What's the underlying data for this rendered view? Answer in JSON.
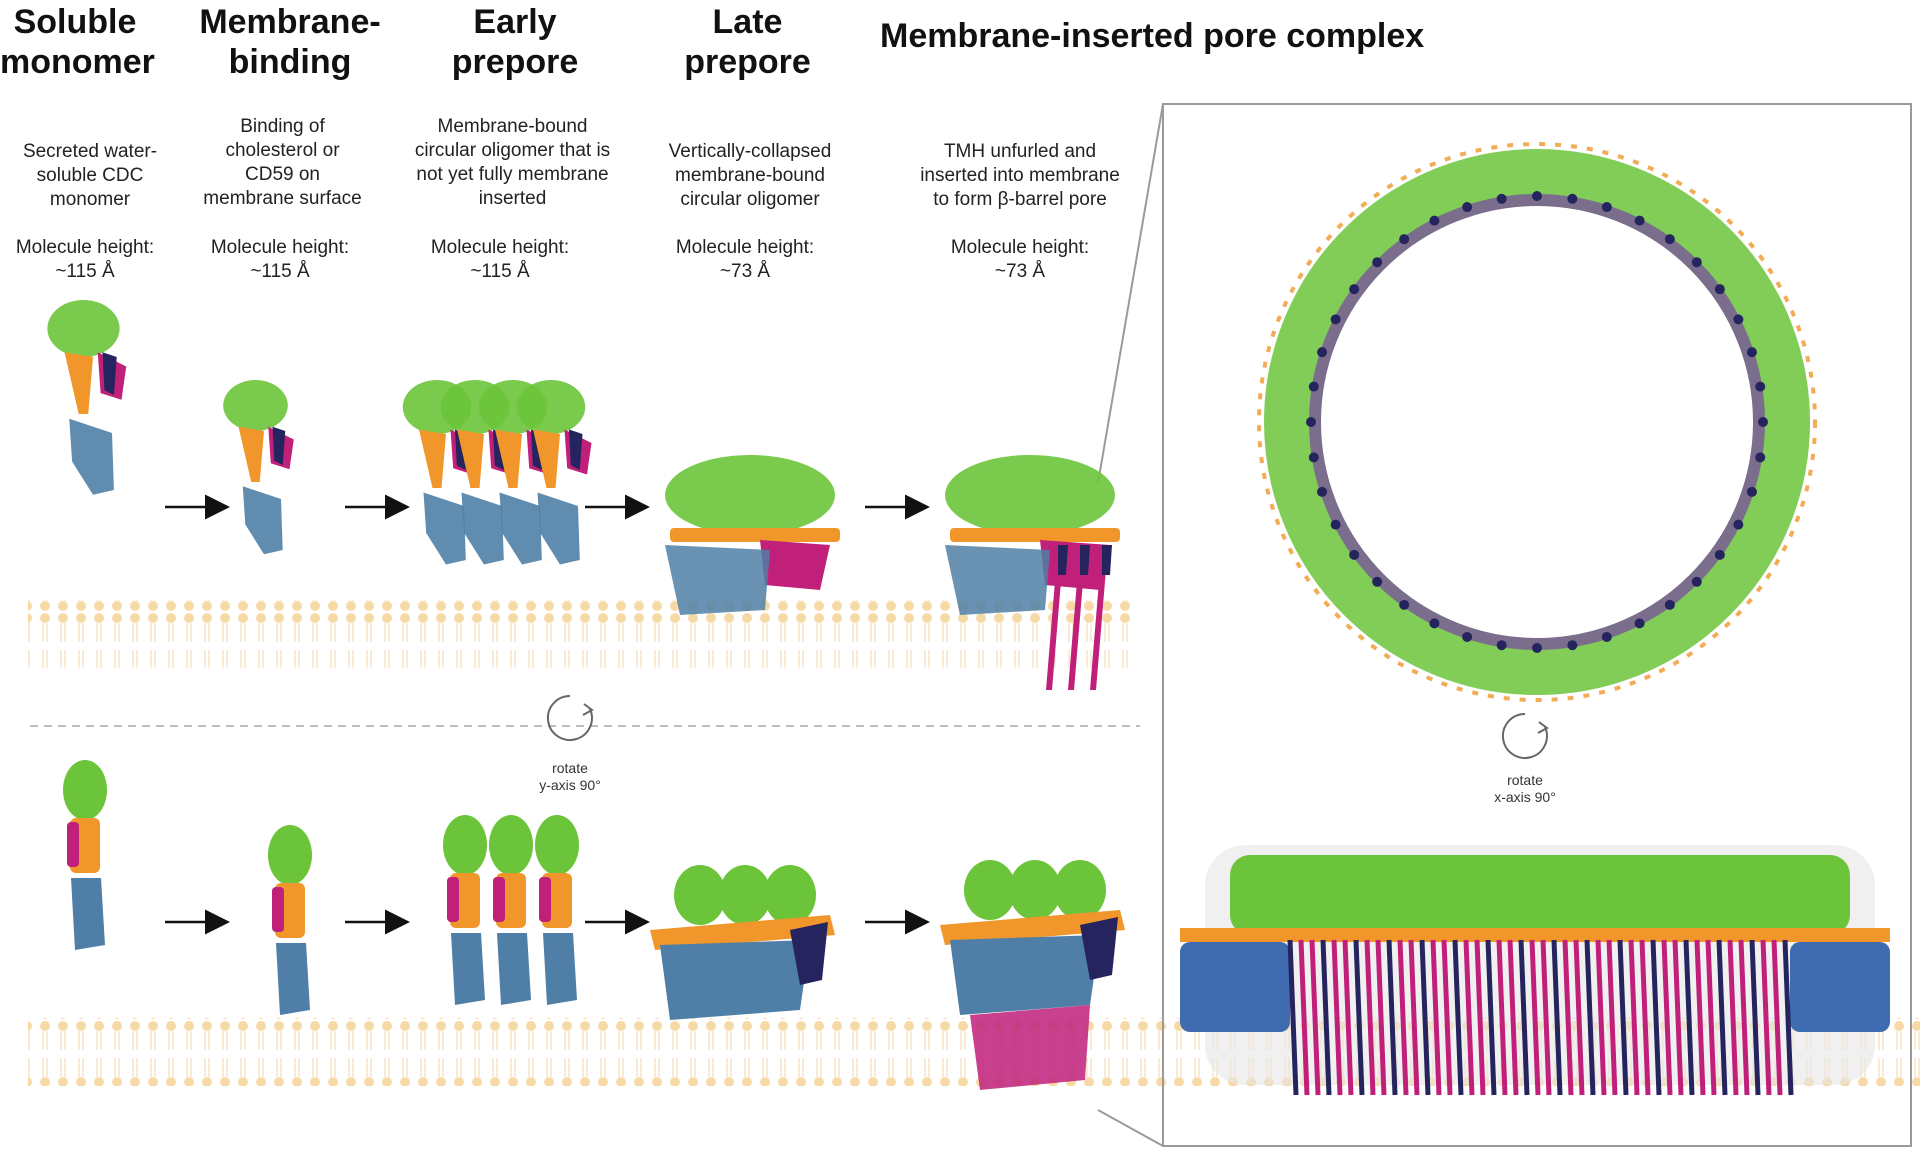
{
  "stages": [
    {
      "title": "Soluble\nmonomer",
      "description": "Secreted water-\nsoluble CDC\nmonomer",
      "height": "Molecule height:\n~115 Å"
    },
    {
      "title": "Membrane-\nbinding",
      "description": "Binding of\ncholesterol or\nCD59 on\nmembrane surface",
      "height": "Molecule height:\n~115 Å"
    },
    {
      "title": "Early\nprepore",
      "description": "Membrane-bound\ncircular oligomer that is\nnot yet fully membrane\ninserted",
      "height": "Molecule height:\n~115 Å"
    },
    {
      "title": "Late\nprepore",
      "description": "Vertically-collapsed\nmembrane-bound\ncircular oligomer",
      "height": "Molecule height:\n~73 Å"
    },
    {
      "title": "Membrane-inserted pore complex",
      "description": "TMH unfurled and\ninserted into membrane\nto form β-barrel pore",
      "height": "Molecule height:\n~73 Å"
    }
  ],
  "rotations": [
    {
      "label": "rotate\ny-axis 90°"
    },
    {
      "label": "rotate\nx-axis 90°"
    }
  ],
  "colors": {
    "d1_green": "#6cc43a",
    "d2_orange": "#f0962a",
    "d3_navy": "#26245e",
    "tmh_magenta": "#c0207a",
    "d4_blue": "#4f7fa6",
    "membrane_head": "#f7d9a6",
    "membrane_tail": "#fbe8c8",
    "cholesterol": "#eab23a",
    "panel_border": "#9a9a9a",
    "divider": "#bbbbbb"
  }
}
